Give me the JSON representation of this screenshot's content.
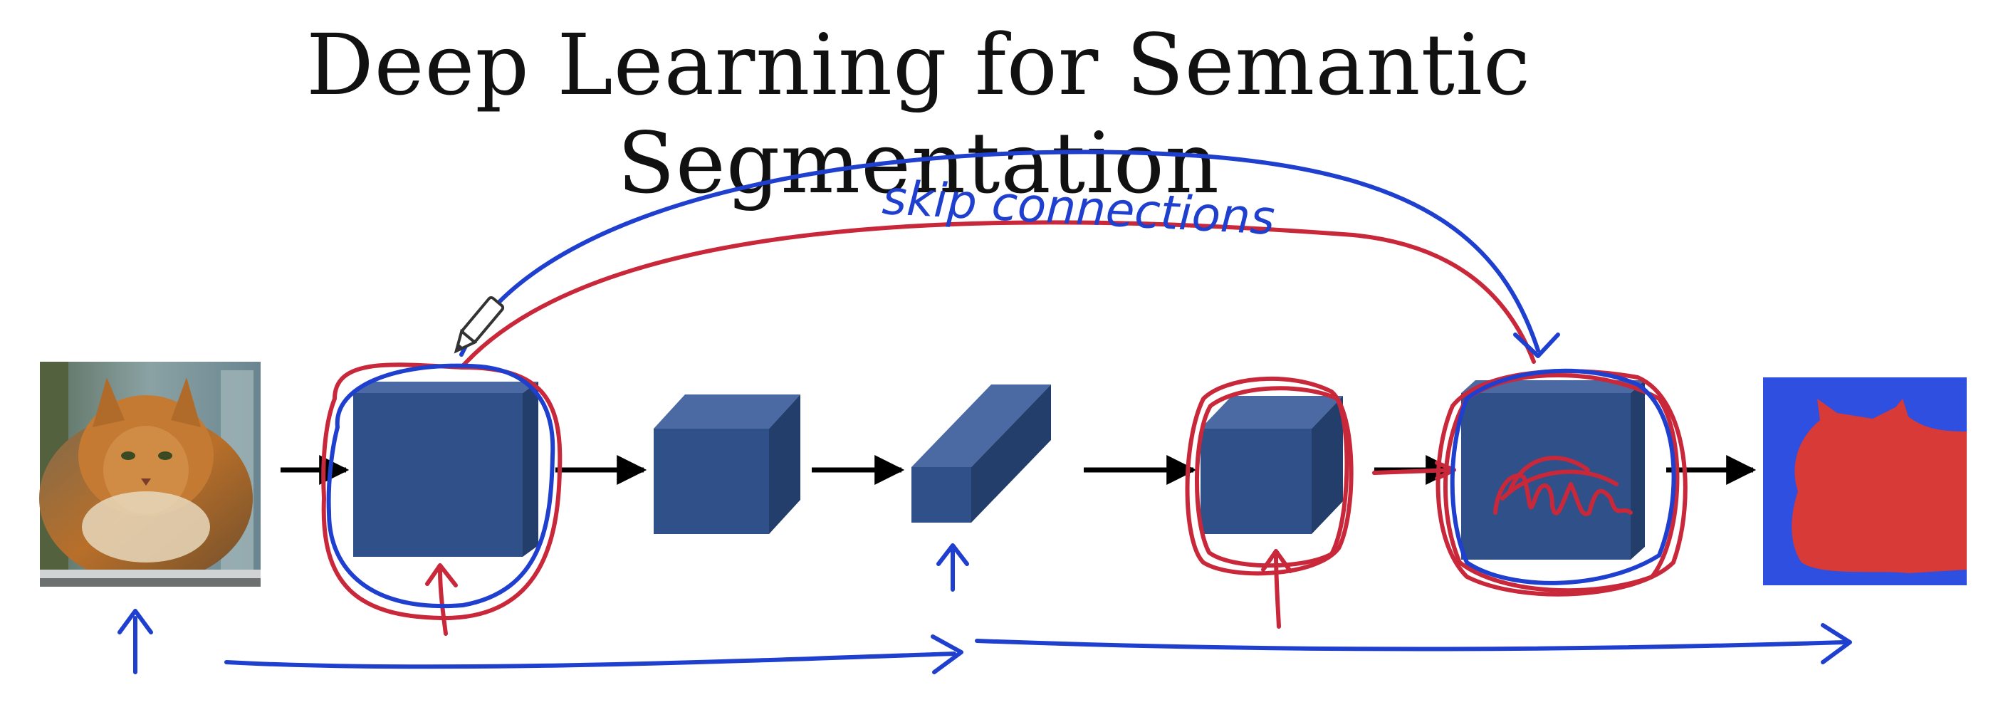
{
  "title": "Deep Learning for Semantic Segmentation",
  "annotation": {
    "skip_connections_label": "skip connections"
  },
  "colors": {
    "block_front": "#2f5088",
    "block_top": "#4b6aa3",
    "block_side": "#243e6c",
    "ink_blue": "#1f3fcf",
    "ink_red": "#c8283a",
    "mask_background": "#2f4fe0",
    "mask_object": "#d73a37",
    "arrow": "#000000"
  },
  "icons": [
    "cat-photo",
    "pen-cursor-icon"
  ]
}
